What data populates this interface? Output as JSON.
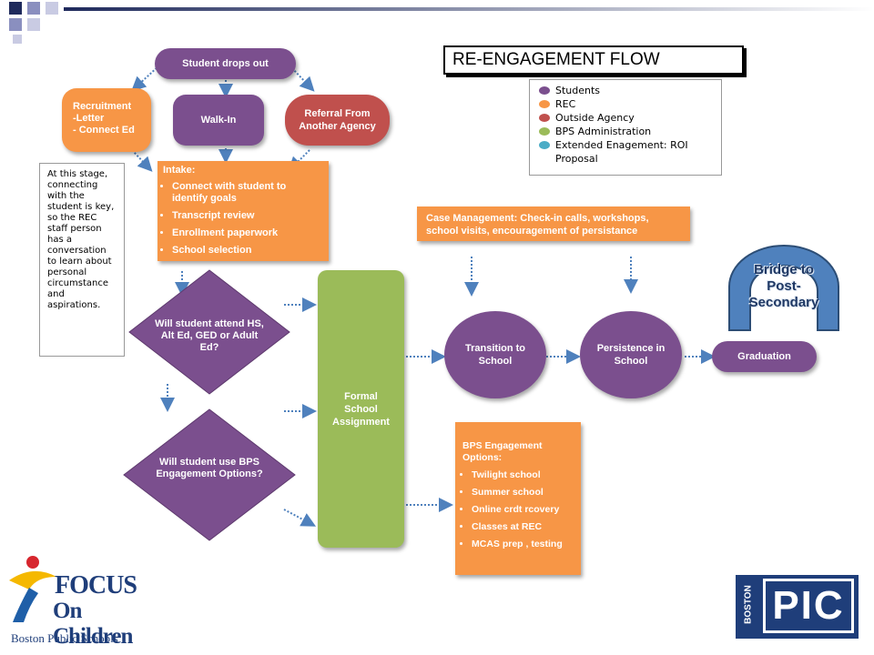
{
  "title": "RE-ENGAGEMENT FLOW",
  "legend": [
    {
      "label": "Students",
      "color": "#7b4f8e"
    },
    {
      "label": "REC",
      "color": "#f79646"
    },
    {
      "label": "Outside Agency",
      "color": "#c0504d"
    },
    {
      "label": "BPS Administration",
      "color": "#9bbb59"
    },
    {
      "label": "Extended Enagement: ROI Proposal",
      "color": "#4bacc6"
    }
  ],
  "nodes": {
    "student_drops_out": "Student drops out",
    "recruitment": [
      "Recruitment",
      "-Letter",
      "- Connect Ed"
    ],
    "walk_in": "Walk-In",
    "referral": "Referral From Another Agency",
    "intake_title": "Intake:",
    "intake_items": [
      "Connect  with student to identify goals",
      "Transcript review",
      "Enrollment paperwork",
      "School selection"
    ],
    "note": "At this stage, connecting with the student is key, so the REC staff person has a conversation to learn about personal circumstance and aspirations.",
    "case_management": "Case Management:  Check-in calls, workshops, school visits, encouragement of persistance",
    "decision1": "Will student attend HS, Alt Ed, GED or Adult Ed?",
    "decision2": "Will student use BPS Engagement Options?",
    "formal_assignment": "Formal School Assignment",
    "transition": "Transition to School",
    "persistence": "Persistence in School",
    "graduation": "Graduation",
    "bridge": "Bridge to Post-Secondary",
    "bps_title": "BPS Engagement Options:",
    "bps_items": [
      "Twilight school",
      "Summer school",
      "Online crdt rcovery",
      "Classes at REC",
      "MCAS prep , testing"
    ]
  },
  "logos": {
    "focus_line1": "FOCUS",
    "focus_line2": "On Children",
    "focus_line3": "Boston Public Schools",
    "pic_vertical": "BOSTON",
    "pic_main": "PIC"
  }
}
